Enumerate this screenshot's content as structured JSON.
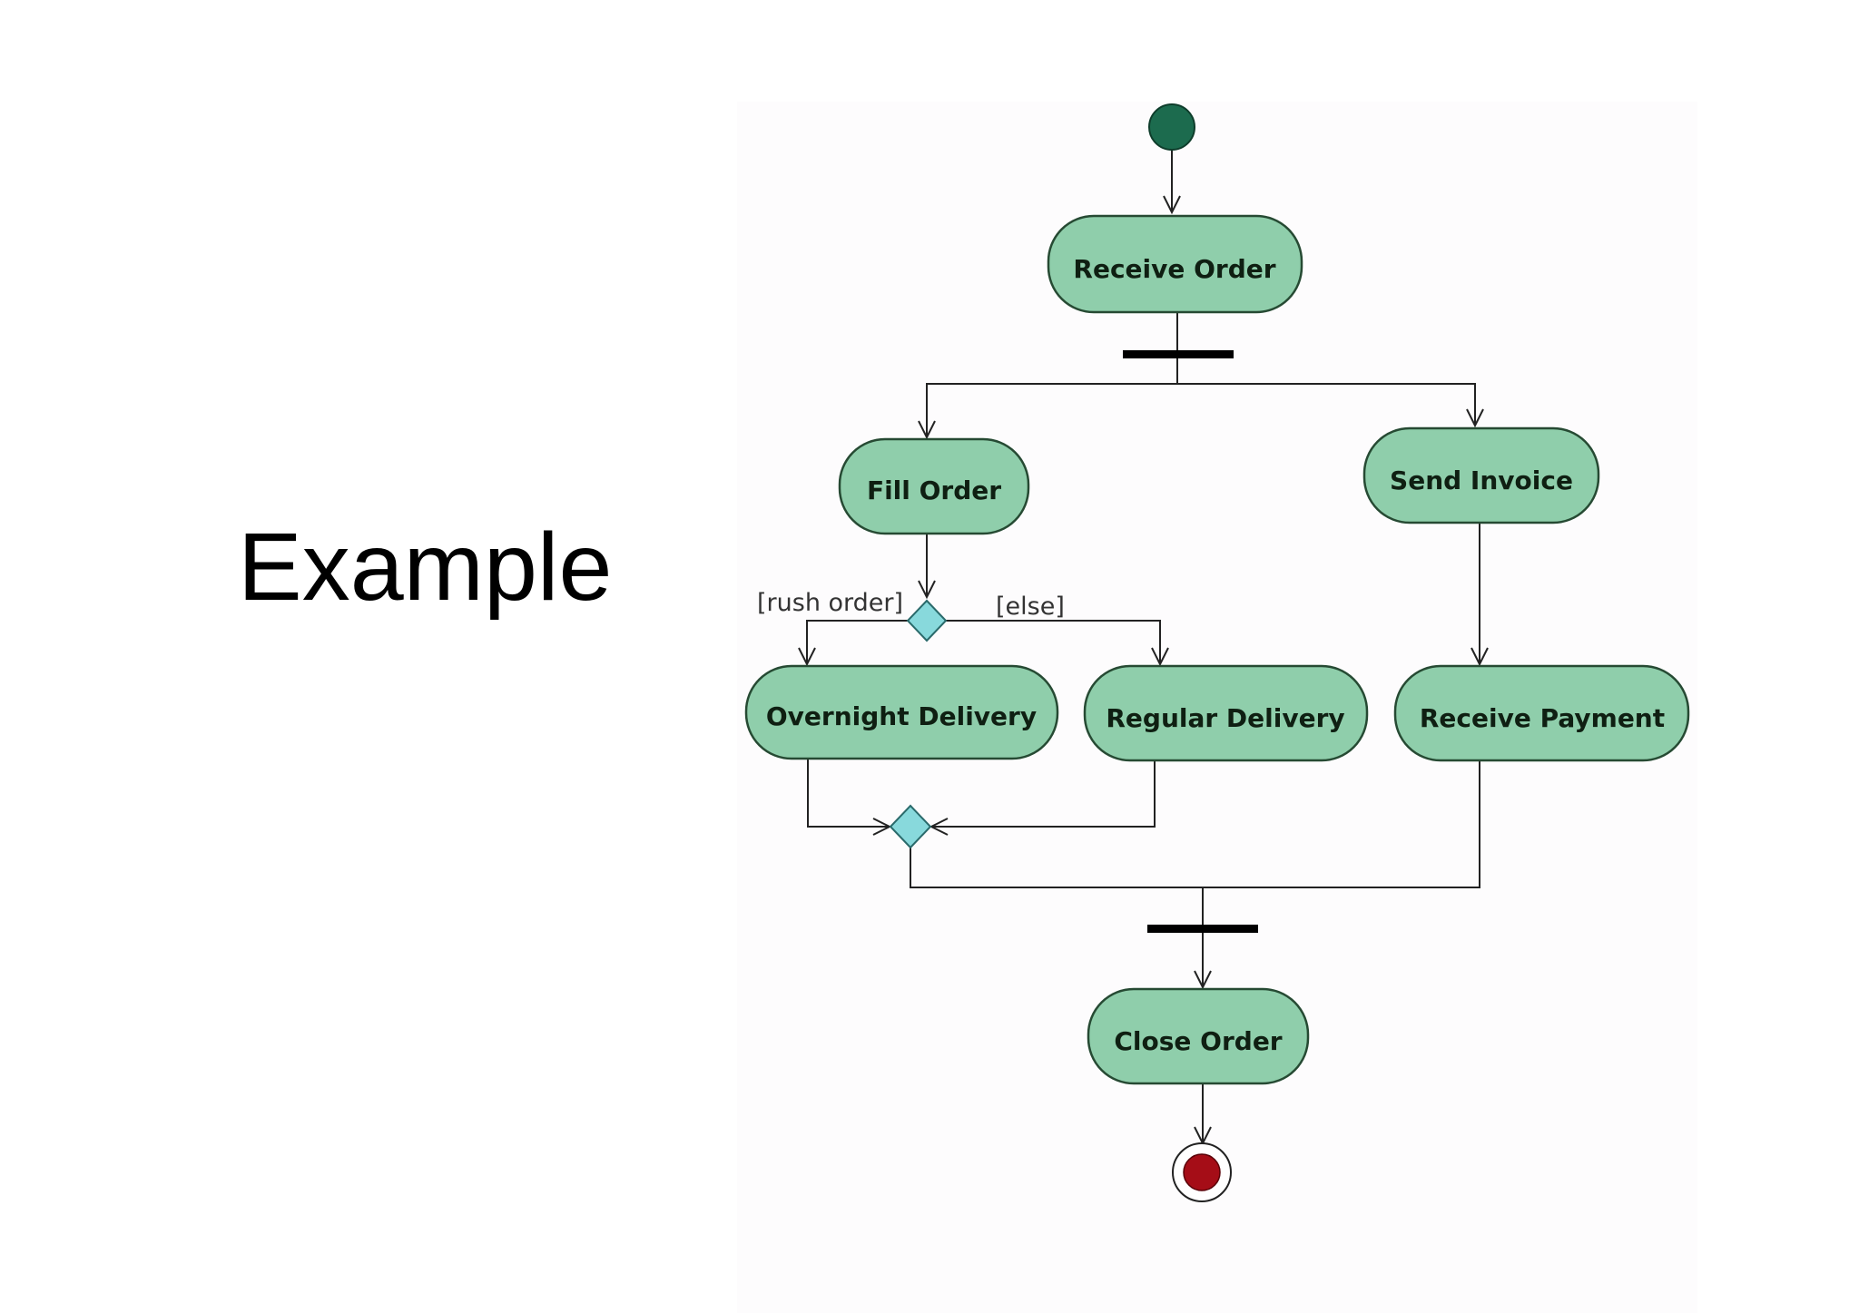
{
  "slide": {
    "title": "Example"
  },
  "diagram": {
    "colors": {
      "action_fill": "#8fceab",
      "action_stroke": "#264a33",
      "decision_fill": "#88d9dc",
      "initial_node": "#1c6b4e",
      "final_node": "#a50d17",
      "bar": "#000000"
    },
    "nodes": {
      "receive_order": "Receive Order",
      "fill_order": "Fill Order",
      "send_invoice": "Send Invoice",
      "overnight_delivery": "Overnight Delivery",
      "regular_delivery": "Regular Delivery",
      "receive_payment": "Receive Payment",
      "close_order": "Close Order"
    },
    "guards": {
      "rush_order": "[rush order]",
      "else": "[else]"
    }
  }
}
